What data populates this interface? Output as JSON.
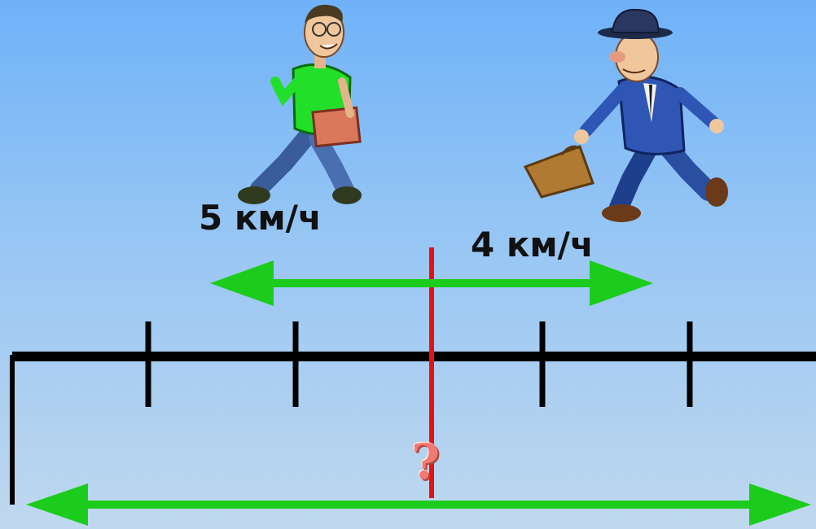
{
  "labels": {
    "speed_left": "5 км/ч",
    "speed_right": "4 км/ч",
    "question_mark": "?"
  },
  "colors": {
    "background_top": "#6fb2f8",
    "background_bottom": "#bfd8ee",
    "arrow": "#1ccc1c",
    "start_marker": "#e81010",
    "axis": "#000000",
    "question_mark": "#f07a72"
  },
  "figures": {
    "left": "student-walker",
    "right": "businessman-walker"
  }
}
